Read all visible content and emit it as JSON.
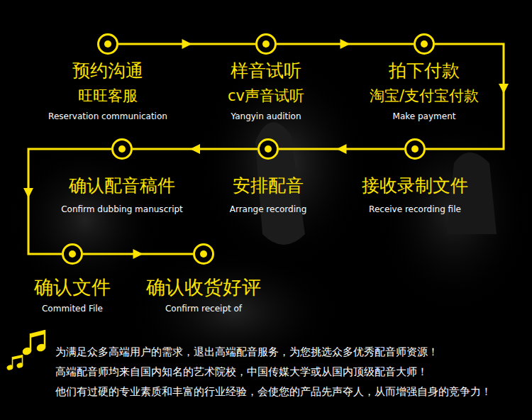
{
  "diagram": {
    "nodes": [
      {
        "text": [
          "预约沟通",
          "旺旺客服",
          "Reservation communication"
        ]
      },
      {
        "text": [
          "样音试听",
          "cv声音试听",
          "Yangyin audition"
        ]
      },
      {
        "text": [
          "拍下付款",
          "淘宝/支付宝付款",
          "Make payment"
        ]
      },
      {
        "text": [
          "接收录制文件",
          "Receive recording file"
        ]
      },
      {
        "text": [
          "安排配音",
          "Arrange recording"
        ]
      },
      {
        "text": [
          "确认配音稿件",
          "Confirm dubbing manuscript"
        ]
      },
      {
        "text": [
          "确认文件",
          "Commited File"
        ]
      },
      {
        "text": [
          "确认收货好评",
          "Confirm receipt of"
        ]
      }
    ],
    "edges": [
      {
        "from": 0,
        "to": 1,
        "arrow": "to"
      },
      {
        "from": 1,
        "to": 2,
        "arrow": "to"
      },
      {
        "from": 2,
        "to": 3,
        "arrow": "to"
      },
      {
        "from": 3,
        "to": 4,
        "arrow": "to"
      },
      {
        "from": 4,
        "to": 5,
        "arrow": "to"
      },
      {
        "from": 5,
        "to": 6,
        "arrow": "to"
      },
      {
        "from": 6,
        "to": 7,
        "arrow": "to"
      }
    ],
    "labels": [
      "为满足众多高端用户的需求，退出高端配音服务，为您挑选众多优秀配音师资源！",
      "高端配音师均来自国内知名的艺术院校，中国传媒大学或从国内顶级配音大师！",
      "他们有过硬的专业素质和丰富的行业经验，会使您的产品先声夺人，从而增强自身的竞争力！"
    ]
  }
}
